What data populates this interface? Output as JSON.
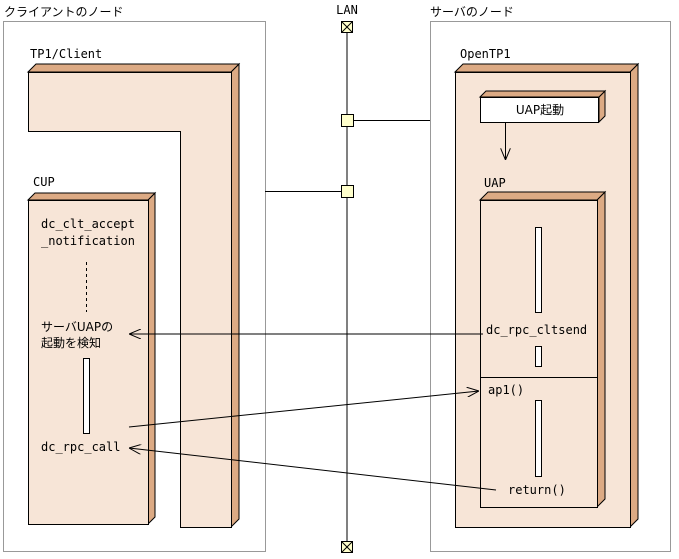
{
  "client_node": {
    "title": "クライアントのノード",
    "tp1_label": "TP1/Client",
    "cup_label": "CUP",
    "accept_line1": "dc_clt_accept",
    "accept_line2": "_notification",
    "detect_line1": "サーバUAPの",
    "detect_line2": "起動を検知",
    "rpc_call": "dc_rpc_call"
  },
  "lan": {
    "label": "LAN"
  },
  "server_node": {
    "title": "サーバのノード",
    "opentp1_label": "OpenTP1",
    "uap_start": "UAP起動",
    "uap_label": "UAP",
    "cltsend": "dc_rpc_cltsend",
    "ap1": "ap1()",
    "return": "return()"
  },
  "colors": {
    "fill": "#f7e5d7",
    "side": "#dcaa84",
    "connector": "#ffffcc",
    "frame": "#999999"
  }
}
